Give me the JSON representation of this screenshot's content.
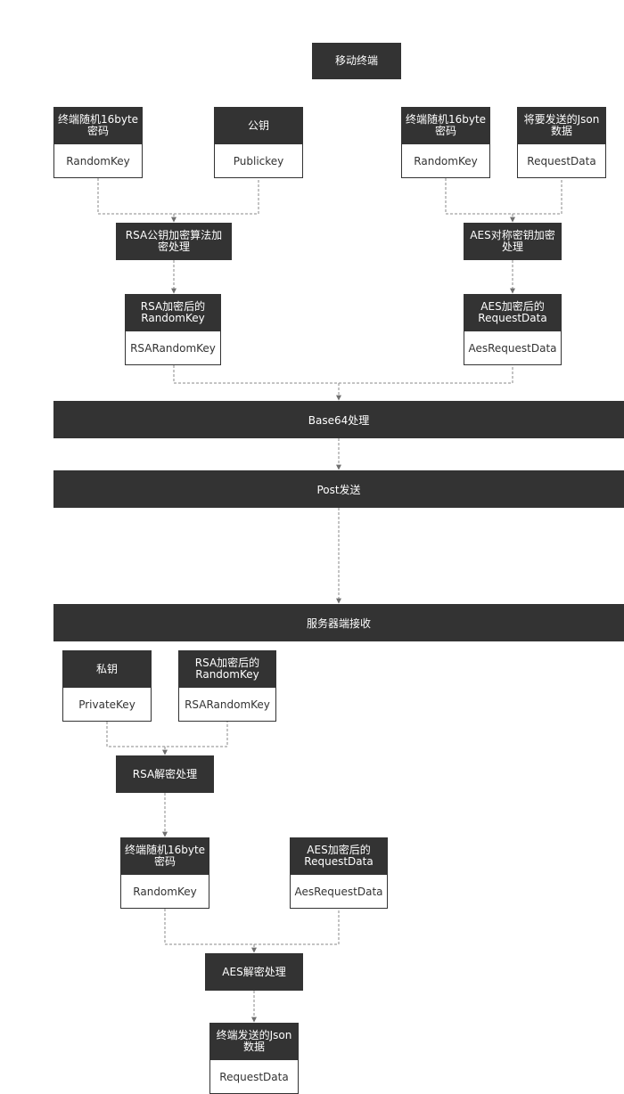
{
  "colors": {
    "box_fill": "#333333",
    "box_text": "#ffffff",
    "value_text": "#333333",
    "line": "#8a8a8a",
    "background": "#ffffff"
  },
  "mobile": {
    "title": "移动终端",
    "random_key": {
      "title": "终端随机16byte\n密码",
      "value": "RandomKey"
    },
    "public_key": {
      "title": "公钥",
      "value": "Publickey"
    },
    "random_key_2": {
      "title": "终端随机16byte\n密码",
      "value": "RandomKey"
    },
    "request_data": {
      "title": "将要发送的Json\n数据",
      "value": "RequestData"
    },
    "rsa_encrypt": "RSA公钥加密算法加\n密处理",
    "aes_encrypt": "AES对称密钥加密\n处理",
    "rsa_result": {
      "title": "RSA加密后的\nRandomKey",
      "value": "RSARandomKey"
    },
    "aes_result": {
      "title": "AES加密后的\nRequestData",
      "value": "AesRequestData"
    }
  },
  "base64": "Base64处理",
  "post": "Post发送",
  "server": {
    "title": "服务器端接收",
    "private_key": {
      "title": "私钥",
      "value": "PrivateKey"
    },
    "rsa_random_key": {
      "title": "RSA加密后的\nRandomKey",
      "value": "RSARandomKey"
    },
    "rsa_decrypt": "RSA解密处理",
    "random_key": {
      "title": "终端随机16byte\n密码",
      "value": "RandomKey"
    },
    "aes_request": {
      "title": "AES加密后的\nRequestData",
      "value": "AesRequestData"
    },
    "aes_decrypt": "AES解密处理",
    "final": {
      "title": "终端发送的Json\n数据",
      "value": "RequestData"
    }
  }
}
